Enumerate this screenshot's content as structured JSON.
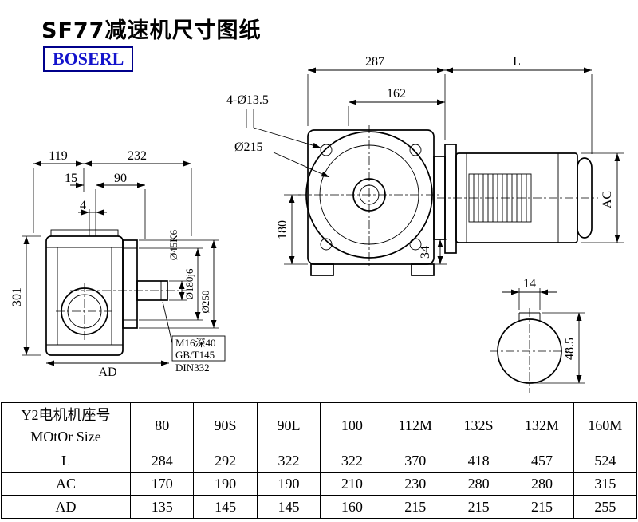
{
  "title": "SF77减速机尺寸图纸",
  "logo_text": "BOSERL",
  "drawing": {
    "left_view": {
      "dim_119": "119",
      "dim_232": "232",
      "dim_15": "15",
      "dim_90": "90",
      "dim_4": "4",
      "dim_301": "301",
      "dim_ad": "AD",
      "shaft_dia": "Ø45K6",
      "spigot_dia": "Ø180j6",
      "flange_dia": "Ø250",
      "note_line1": "M16深40",
      "note_line2": "GB/T145",
      "note_line3": "DIN332"
    },
    "front_view": {
      "dim_287": "287",
      "dim_l": "L",
      "dim_162": "162",
      "holes": "4-Ø13.5",
      "dim_215": "Ø215",
      "dim_180": "180",
      "dim_34": "34",
      "dim_ac": "AC"
    },
    "shaft_section": {
      "dim_14": "14",
      "dim_485": "48.5"
    }
  },
  "table": {
    "header_label_line1": "Y2电机机座号",
    "header_label_line2": "MOtOr Size",
    "frame_sizes": [
      "80",
      "90S",
      "90L",
      "100",
      "112M",
      "132S",
      "132M",
      "160M"
    ],
    "rows": [
      {
        "label": "L",
        "values": [
          "284",
          "292",
          "322",
          "322",
          "370",
          "418",
          "457",
          "524"
        ]
      },
      {
        "label": "AC",
        "values": [
          "170",
          "190",
          "190",
          "210",
          "230",
          "280",
          "280",
          "315"
        ]
      },
      {
        "label": "AD",
        "values": [
          "135",
          "145",
          "145",
          "160",
          "215",
          "215",
          "215",
          "255"
        ]
      }
    ]
  },
  "colors": {
    "line": "#000000",
    "logo_text": "#1313cc",
    "logo_border": "#00008b"
  }
}
